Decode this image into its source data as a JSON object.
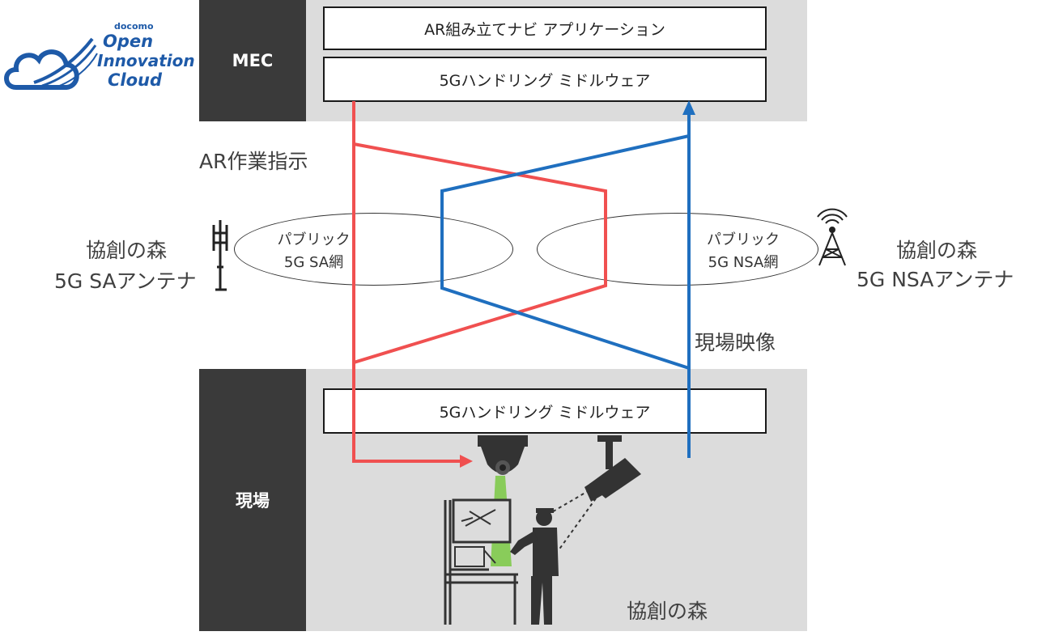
{
  "logo": {
    "small_text": "docomo",
    "line1": "Open",
    "line2": "Innovation",
    "line3": "Cloud",
    "color": "#1e5aa8"
  },
  "mec": {
    "label": "MEC",
    "app_box": "AR組み立てナビ アプリケーション",
    "middleware_box": "5Gハンドリング ミドルウェア"
  },
  "site": {
    "label": "現場",
    "middleware_box": "5Gハンドリング ミドルウェア",
    "place": "協創の森"
  },
  "arrows": {
    "ar_instruction": "AR作業指示",
    "site_video": "現場映像",
    "red": "#f05050",
    "blue": "#1f6fbf"
  },
  "networks": {
    "sa_line1": "パブリック",
    "sa_line2": "5G SA網",
    "nsa_line1": "パブリック",
    "nsa_line2": "5G NSA網"
  },
  "antennas": {
    "sa_line1": "協創の森",
    "sa_line2": "5G SAアンテナ",
    "nsa_line1": "協創の森",
    "nsa_line2": "5G NSAアンテナ"
  },
  "icons": [
    "antenna-pole-icon",
    "cell-tower-icon",
    "dome-camera-icon",
    "cctv-camera-icon",
    "worker-icon",
    "workbench-icon"
  ]
}
